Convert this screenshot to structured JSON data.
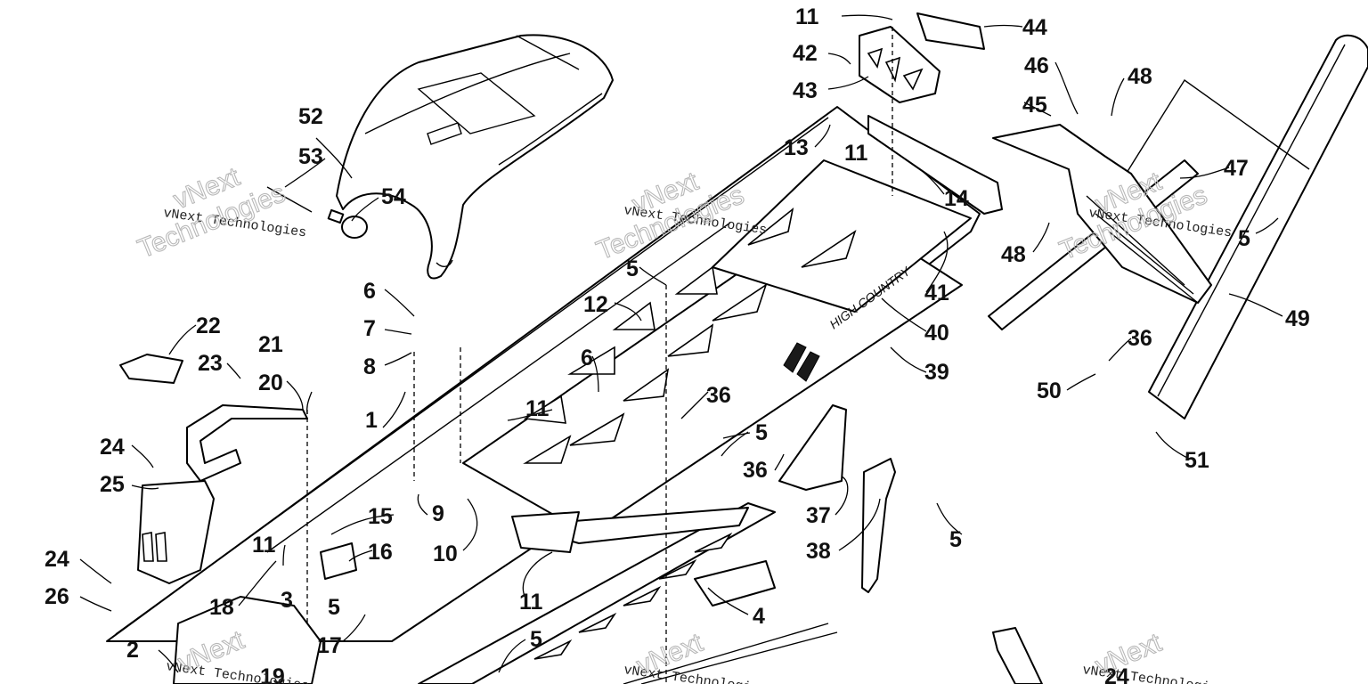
{
  "callouts": {
    "c1": "1",
    "c2": "2",
    "c3": "3",
    "c4": "4",
    "c5": "5",
    "c6": "6",
    "c7": "7",
    "c8": "8",
    "c9": "9",
    "c10": "10",
    "c11": "11",
    "c12": "12",
    "c13": "13",
    "c14": "14",
    "c15": "15",
    "c16": "16",
    "c17": "17",
    "c18": "18",
    "c19": "19",
    "c20": "20",
    "c21": "21",
    "c22": "22",
    "c23": "23",
    "c24": "24",
    "c25": "25",
    "c26": "26",
    "c36": "36",
    "c37": "37",
    "c38": "38",
    "c39": "39",
    "c40": "40",
    "c41": "41",
    "c42": "42",
    "c43": "43",
    "c44": "44",
    "c45": "45",
    "c46": "46",
    "c47": "47",
    "c48": "48",
    "c49": "49",
    "c50": "50",
    "c51": "51",
    "c52": "52",
    "c53": "53",
    "c54": "54"
  },
  "watermark": {
    "small": "vNext Technologies",
    "line1": "vNext",
    "line2": "Technologies"
  },
  "decal": {
    "tunnel": "HIGH COUNTRY"
  }
}
